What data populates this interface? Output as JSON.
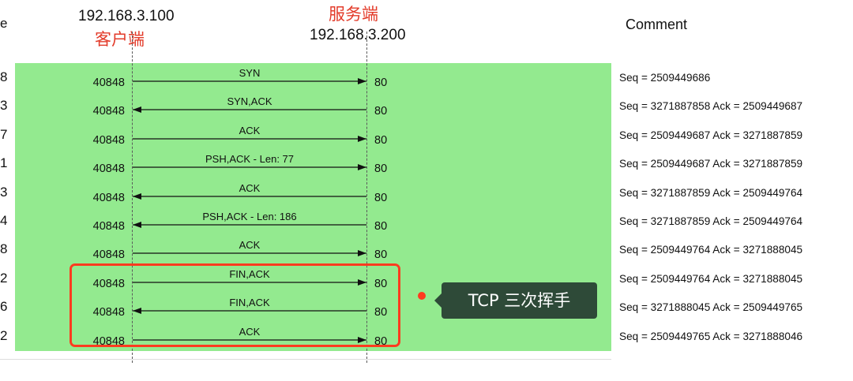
{
  "header": {
    "left_edge_fragment": "e",
    "client_ip": "192.168.3.100",
    "client_label": "客户端",
    "server_label": "服务端",
    "server_ip": "192.168.3.200",
    "comment_title": "Comment"
  },
  "rows": [
    {
      "left_digit": "8",
      "src_port": "40848",
      "dst_port": "80",
      "label": "SYN",
      "direction": "right",
      "comment": "Seq = 2509449686"
    },
    {
      "left_digit": "3",
      "src_port": "40848",
      "dst_port": "80",
      "label": "SYN,ACK",
      "direction": "left",
      "comment": "Seq = 3271887858 Ack = 2509449687"
    },
    {
      "left_digit": "7",
      "src_port": "40848",
      "dst_port": "80",
      "label": "ACK",
      "direction": "right",
      "comment": "Seq = 2509449687 Ack = 3271887859"
    },
    {
      "left_digit": "1",
      "src_port": "40848",
      "dst_port": "80",
      "label": "PSH,ACK - Len: 77",
      "direction": "right",
      "comment": "Seq = 2509449687 Ack = 3271887859"
    },
    {
      "left_digit": "3",
      "src_port": "40848",
      "dst_port": "80",
      "label": "ACK",
      "direction": "left",
      "comment": "Seq = 3271887859 Ack = 2509449764"
    },
    {
      "left_digit": "4",
      "src_port": "40848",
      "dst_port": "80",
      "label": "PSH,ACK - Len: 186",
      "direction": "left",
      "comment": "Seq = 3271887859 Ack = 2509449764"
    },
    {
      "left_digit": "8",
      "src_port": "40848",
      "dst_port": "80",
      "label": "ACK",
      "direction": "right",
      "comment": "Seq = 2509449764 Ack = 3271888045"
    },
    {
      "left_digit": "2",
      "src_port": "40848",
      "dst_port": "80",
      "label": "FIN,ACK",
      "direction": "right",
      "comment": "Seq = 2509449764 Ack = 3271888045"
    },
    {
      "left_digit": "6",
      "src_port": "40848",
      "dst_port": "80",
      "label": "FIN,ACK",
      "direction": "left",
      "comment": "Seq = 3271888045 Ack = 2509449765"
    },
    {
      "left_digit": "2",
      "src_port": "40848",
      "dst_port": "80",
      "label": "ACK",
      "direction": "right",
      "comment": "Seq = 2509449765 Ack = 3271888046"
    }
  ],
  "annotation": {
    "text": "TCP 三次挥手",
    "highlight_color": "#ff3b1f",
    "tooltip_bg": "#2e4a38"
  },
  "colors": {
    "flow_bg": "#93ea8f",
    "accent_red": "#e33b2a"
  }
}
